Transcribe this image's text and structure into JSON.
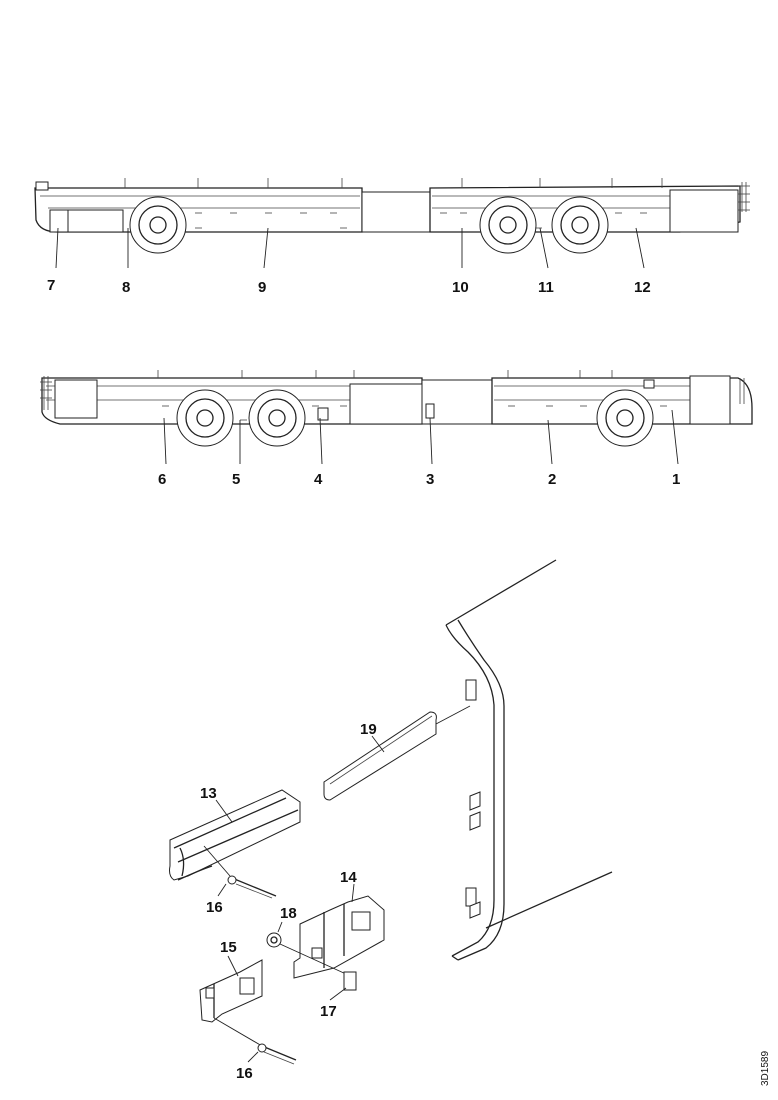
{
  "callouts": {
    "top_view": [
      "7",
      "8",
      "9",
      "10",
      "11",
      "12"
    ],
    "bottom_view": [
      "6",
      "5",
      "4",
      "3",
      "2",
      "1"
    ],
    "detail": [
      "19",
      "13",
      "16",
      "14",
      "18",
      "15",
      "17",
      "16"
    ]
  },
  "figure_ref": "3D1589"
}
